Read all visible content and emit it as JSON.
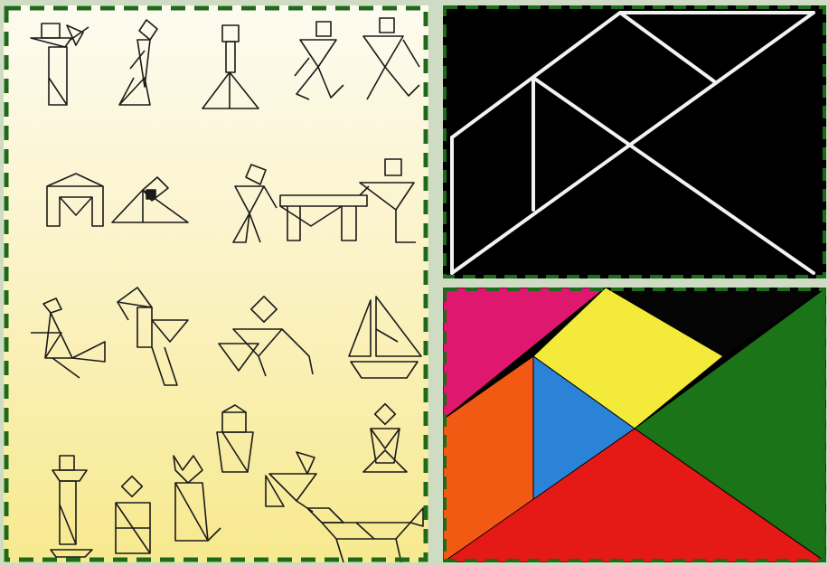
{
  "colors": {
    "page_background": "#cfdcc4",
    "frame_dash": "#1f6a1a",
    "figure_stroke": "#1a1a1a",
    "outline_background": "#000000",
    "outline_lines": "#f2f2f2",
    "piece_magenta": "#e0176f",
    "piece_orange": "#f25a14",
    "piece_yellow": "#f3ea3a",
    "piece_blue": "#2a83d6",
    "piece_red": "#e51a16",
    "piece_green": "#1c7418",
    "piece_black": "#050505"
  },
  "panels": {
    "figures": {
      "icon": "tangram-figures-sketches",
      "figure_count": 19
    },
    "outline": {
      "icon": "tangram-outline-square"
    },
    "colored": {
      "icon": "tangram-colored-pieces"
    }
  },
  "figures": [
    "person-waving",
    "person-standing",
    "person-skirt",
    "dancing-pair",
    "table-cat",
    "people-with-table",
    "swan",
    "heron",
    "rider",
    "sailboat",
    "cup",
    "tall-person",
    "lantern",
    "cat",
    "kneeling-person",
    "seated-person",
    "fox"
  ]
}
